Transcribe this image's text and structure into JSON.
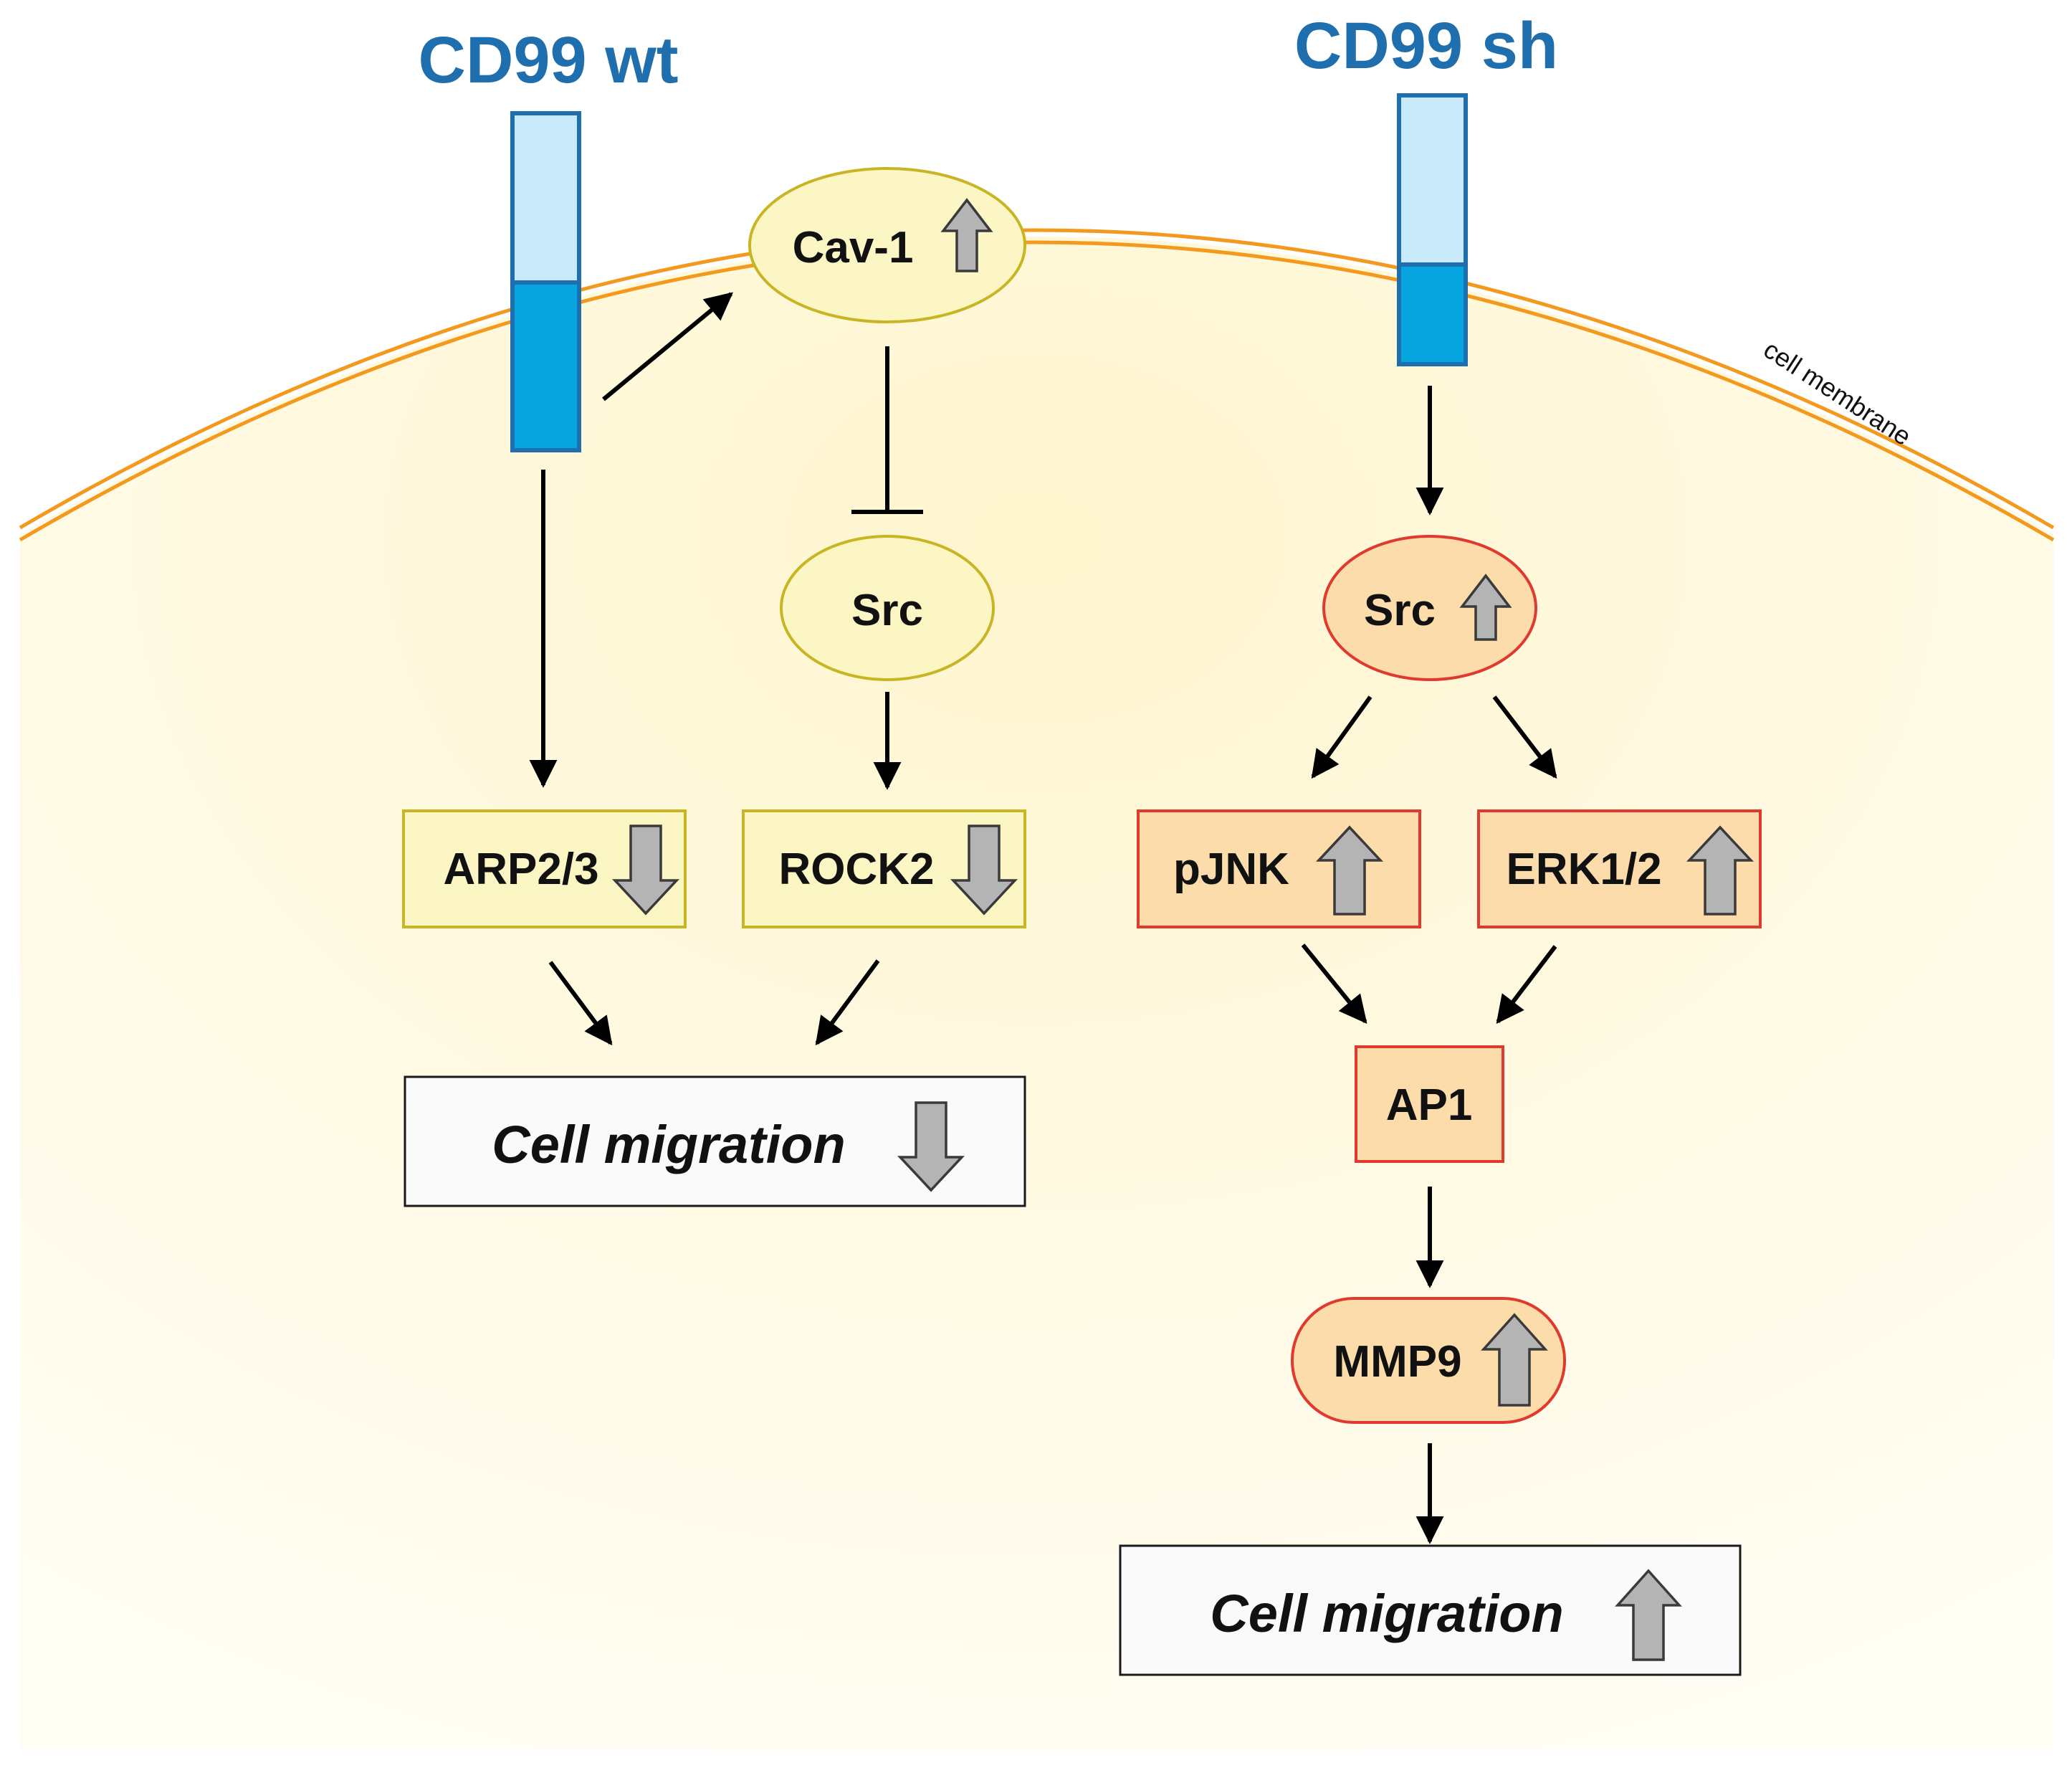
{
  "titles": {
    "left": "CD99 wt",
    "right": "CD99 sh"
  },
  "membrane_label": "cell membrane",
  "nodes": {
    "cav1": "Cav-1",
    "src_left": "Src",
    "arp23": "ARP2/3",
    "rock2": "ROCK2",
    "migration_left": "Cell migration",
    "src_right": "Src",
    "pjnk": "pJNK",
    "erk12": "ERK1/2",
    "ap1": "AP1",
    "mmp9": "MMP9",
    "migration_right": "Cell migration"
  },
  "regulation": {
    "cav1": "up",
    "arp23": "down",
    "rock2": "down",
    "migration_left": "down",
    "src_right": "up",
    "pjnk": "up",
    "erk12": "up",
    "mmp9": "up",
    "migration_right": "up"
  },
  "colors": {
    "title_blue": "#1f6fae",
    "membrane_orange": "#f39a1e",
    "cytoplasm_fill": "#fff8d8",
    "receptor_light": "#c8eafb",
    "receptor_dark": "#08a6e0",
    "receptor_border": "#1f6fae",
    "yellow_node_fill": "#fbf6c4",
    "yellow_node_border": "#c9b524",
    "red_node_fill": "#fcdcaa",
    "red_node_border": "#e03a2f",
    "outcome_fill": "#fafafa",
    "indicator_gray": "#b4b4b4"
  },
  "icons": {
    "up": "up-arrow-icon",
    "down": "down-arrow-icon"
  }
}
